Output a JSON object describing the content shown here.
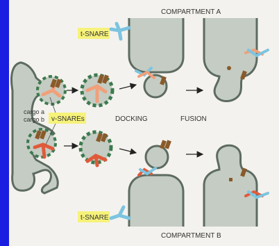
{
  "labels": {
    "compartment_a": "COMPARTMENT A",
    "compartment_b": "COMPARTMENT B",
    "t_snare_top": "t-SNARE",
    "t_snare_bottom": "t-SNARE",
    "v_snares": "v-SNAREs",
    "cargo_a": "cargo a",
    "cargo_b": "cargo b",
    "docking": "DOCKING",
    "fusion": "FUSION"
  },
  "colors": {
    "membrane_fill": "#c4ccc3",
    "membrane_stroke": "#5d6b60",
    "coat": "#3d7a4f",
    "t_snare": "#7cc4e0",
    "v_snare_a": "#f0a07a",
    "v_snare_b": "#e05a3a",
    "cargo": "#8a5a2a",
    "label_highlight": "#f6f27a"
  }
}
